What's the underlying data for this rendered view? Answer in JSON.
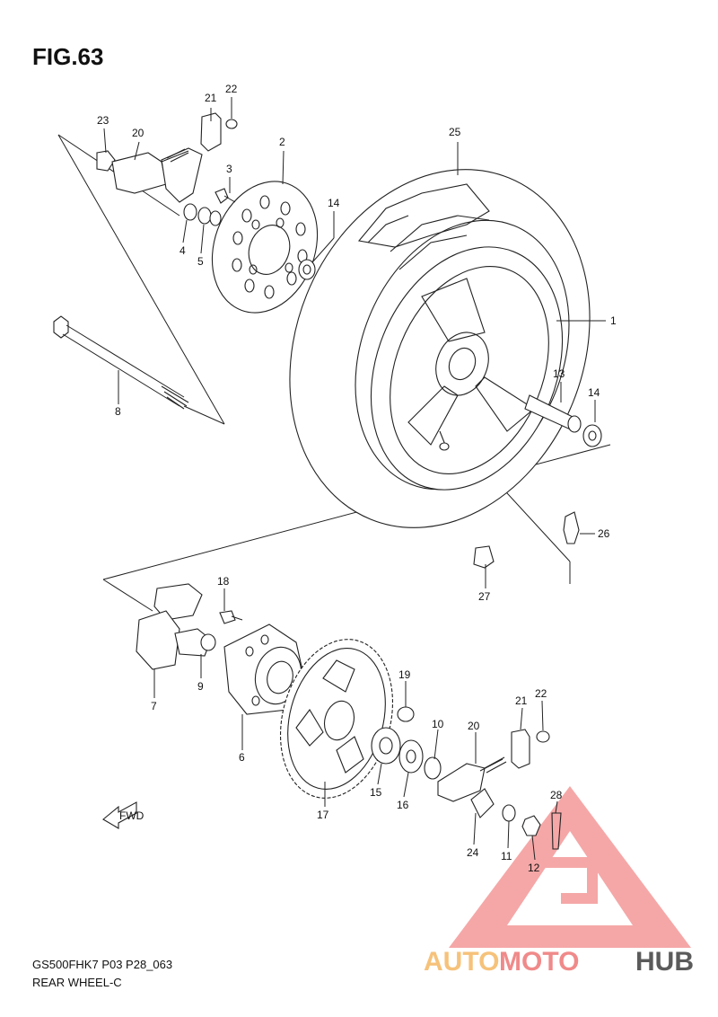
{
  "figure": {
    "title": "FIG.63"
  },
  "footer": {
    "model_code": "GS500FHK7 P03 P28_063",
    "section_name": "REAR WHEEL-C"
  },
  "watermark": {
    "part1": "AUTO",
    "part2": "MOTO",
    "part3": "HUB",
    "colors": {
      "auto": "#f6c27a",
      "moto": "#f08a8a",
      "hub": "#5b5b5b",
      "triangle": "#f28a8a"
    }
  },
  "fwd_label": "FWD",
  "callouts": {
    "c1": "1",
    "c2": "2",
    "c3": "3",
    "c4": "4",
    "c5": "5",
    "c6": "6",
    "c7": "7",
    "c8": "8",
    "c9": "9",
    "c10": "10",
    "c11": "11",
    "c12": "12",
    "c13": "13",
    "c14a": "14",
    "c14b": "14",
    "c15": "15",
    "c16": "16",
    "c17": "17",
    "c18": "18",
    "c19": "19",
    "c20a": "20",
    "c20b": "20",
    "c21a": "21",
    "c21b": "21",
    "c22a": "22",
    "c22b": "22",
    "c23": "23",
    "c24": "24",
    "c25": "25",
    "c26": "26",
    "c27": "27",
    "c28": "28"
  }
}
